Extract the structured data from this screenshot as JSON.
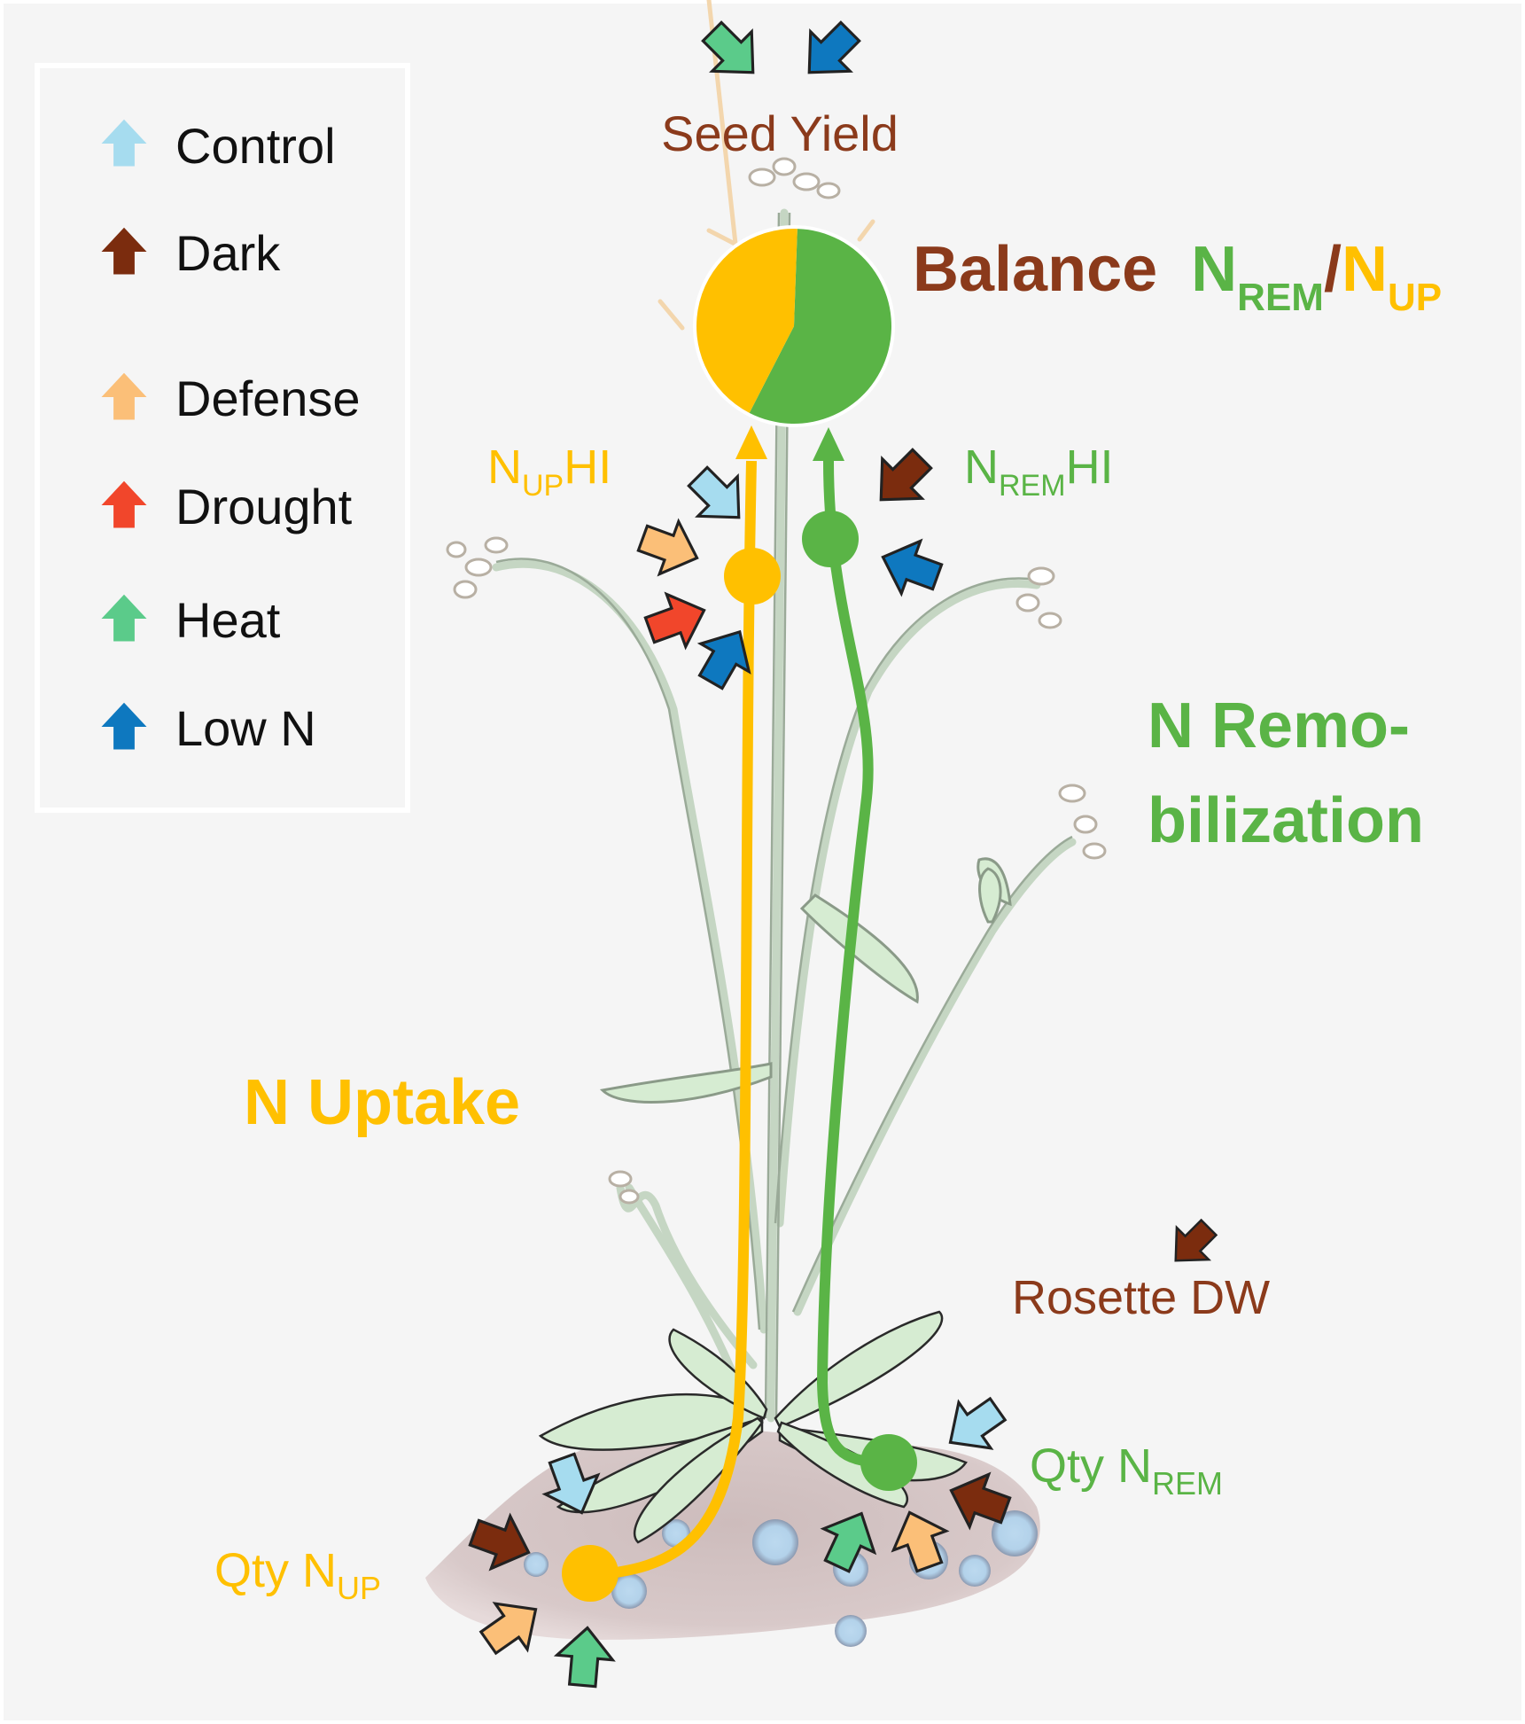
{
  "legend": {
    "items": [
      {
        "label": "Control",
        "color": "#a6dcef"
      },
      {
        "label": "Dark",
        "color": "#7b2c0e"
      },
      {
        "label": "Defense",
        "color": "#fbbf78"
      },
      {
        "label": "Drought",
        "color": "#f1462b"
      },
      {
        "label": "Heat",
        "color": "#5bcb8a"
      },
      {
        "label": "Low N",
        "color": "#0e78bf"
      }
    ]
  },
  "labels": {
    "seed_yield": "Seed Yield",
    "balance_word": "Balance",
    "balance_n1": "N",
    "balance_sub1": "REM",
    "balance_slash": "/",
    "balance_n2": "N",
    "balance_sub2": "UP",
    "nup_hi_n": "N",
    "nup_hi_sub": "UP",
    "nup_hi_tail": "HI",
    "nrem_hi_n": "N",
    "nrem_hi_sub": "REM",
    "nrem_hi_tail": "HI",
    "n_remob_line1": "N Remo-",
    "n_remob_line2": "bilization",
    "n_uptake": "N Uptake",
    "rosette_dw": "Rosette DW",
    "qty_nrem_prefix": "Qty N",
    "qty_nrem_sub": "REM",
    "qty_nup_prefix": "Qty N",
    "qty_nup_sub": "UP"
  },
  "colors": {
    "uptake": "#ffc000",
    "remob": "#5ab446",
    "brown_text": "#8b3a1b",
    "plant_fill": "#d6ecd2",
    "plant_stroke": "#a9b9a7",
    "soil": "#d8c9c9",
    "water_drop": "#bcd9ef"
  },
  "pie": {
    "remob_fraction": 0.57,
    "uptake_fraction": 0.43
  }
}
